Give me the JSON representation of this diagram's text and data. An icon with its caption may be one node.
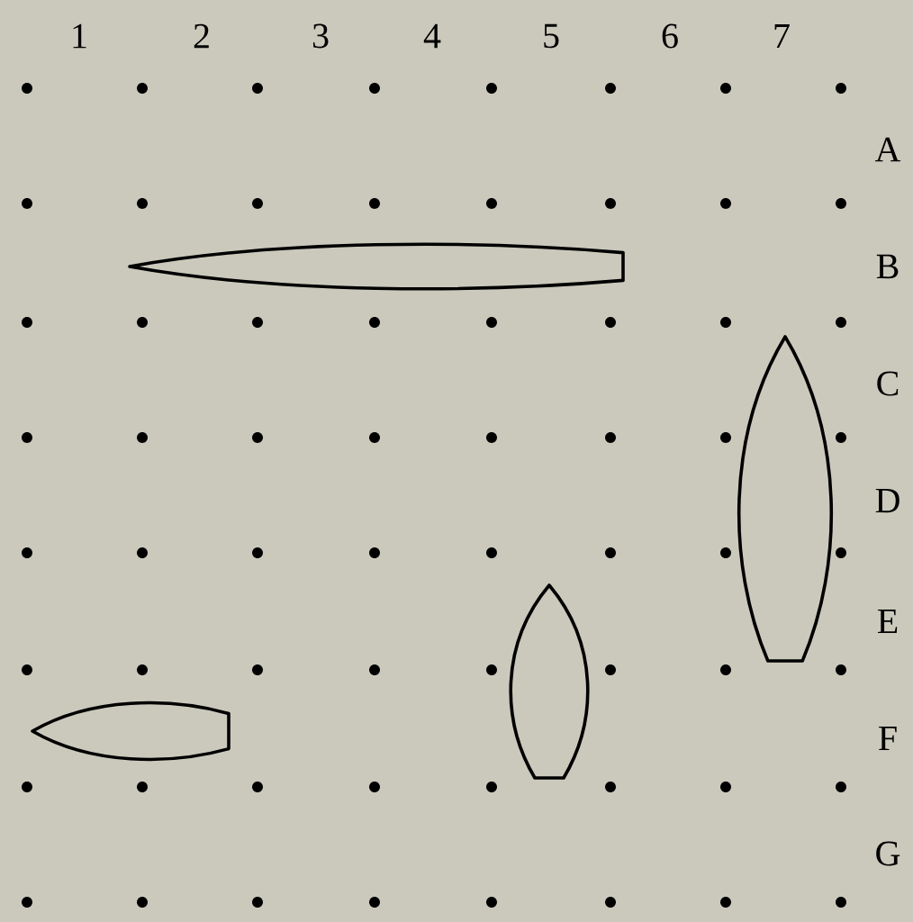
{
  "diagram": {
    "labels": [
      "1",
      "2",
      "3",
      "4",
      "5",
      "6",
      "7",
      "A",
      "B",
      "C",
      "D",
      "E",
      "F",
      "G"
    ]
  }
}
